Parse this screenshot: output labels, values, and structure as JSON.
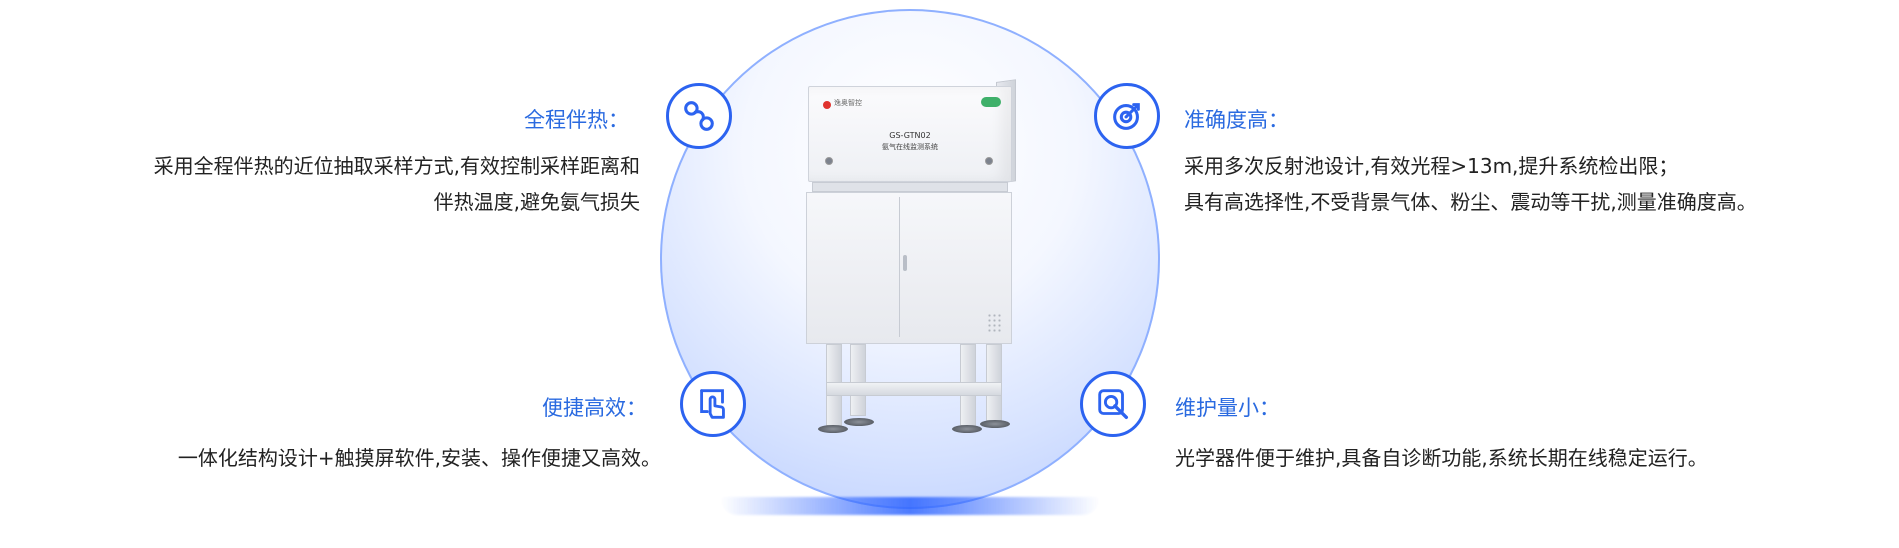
{
  "device": {
    "brand_label": "逸奥智控",
    "model": "GS-GTN02",
    "name": "氨气在线监测系统"
  },
  "features": {
    "full_heat_tracing": {
      "title": "全程伴热：",
      "desc_line1": "采用全程伴热的近位抽取采样方式,有效控制采样距离和",
      "desc_line2": "伴热温度,避免氨气损失",
      "icon": "link-chain-icon"
    },
    "high_accuracy": {
      "title": "准确度高：",
      "desc_line1": "采用多次反射池设计,有效光程>13m,提升系统检出限；",
      "desc_line2": "具有高选择性,不受背景气体、粉尘、震动等干扰,测量准确度高。",
      "icon": "target-arrow-icon"
    },
    "easy_efficient": {
      "title": "便捷高效：",
      "desc_line1": "一体化结构设计+触摸屏软件,安装、操作便捷又高效。",
      "icon": "touch-hand-icon"
    },
    "low_maintenance": {
      "title": "维护量小：",
      "desc_line1": "光学器件便于维护,具备自诊断功能,系统长期在线稳定运行。",
      "icon": "wrench-tool-icon"
    }
  },
  "colors": {
    "accent": "#2c63f0",
    "title_blue": "#2a6ae0",
    "text": "#222222"
  }
}
